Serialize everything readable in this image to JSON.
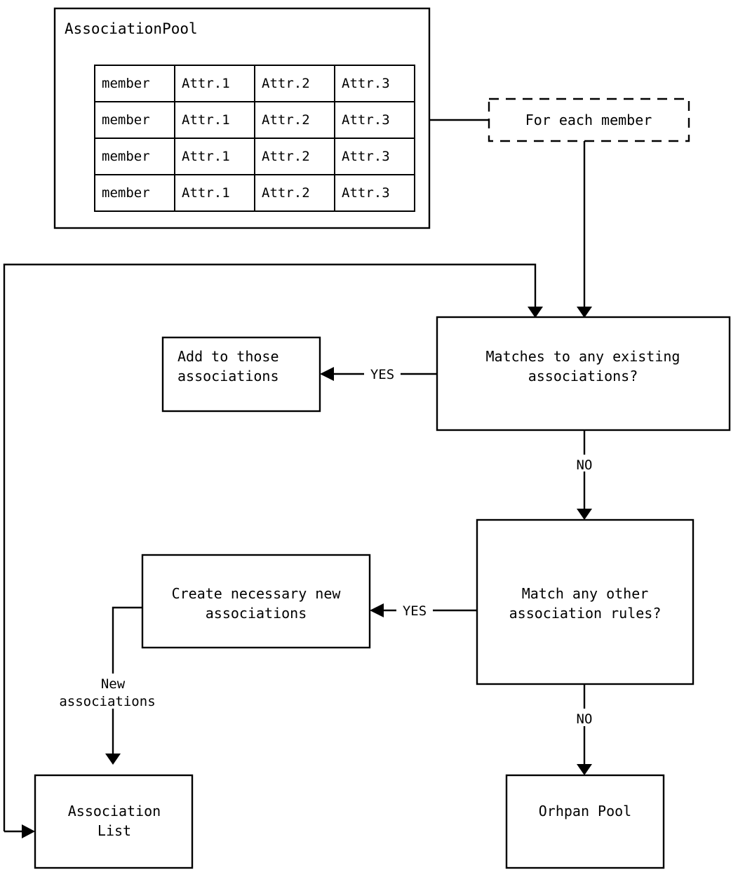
{
  "diagram": {
    "title": "Association matching flowchart",
    "background_color": "#ffffff",
    "line_color": "#000000",
    "nodes": {
      "association_pool": {
        "label": "AssociationPool",
        "table": {
          "columns": [
            "member",
            "Attr.1",
            "Attr.2",
            "Attr.3"
          ],
          "rows": [
            [
              "member",
              "Attr.1",
              "Attr.2",
              "Attr.3"
            ],
            [
              "member",
              "Attr.1",
              "Attr.2",
              "Attr.3"
            ],
            [
              "member",
              "Attr.1",
              "Attr.2",
              "Attr.3"
            ],
            [
              "member",
              "Attr.1",
              "Attr.2",
              "Attr.3"
            ]
          ]
        }
      },
      "for_each_member": {
        "label": "For each member",
        "style": "dashed"
      },
      "decision_existing": {
        "line1": "Matches to any existing",
        "line2": "associations?"
      },
      "add_to_those": {
        "line1": "Add to those",
        "line2": "associations"
      },
      "decision_rules": {
        "line1": "Match any other",
        "line2": "association rules?"
      },
      "create_new": {
        "line1": "Create necessary new",
        "line2": "associations"
      },
      "association_list": {
        "line1": "Association",
        "line2": "List"
      },
      "orphan_pool": {
        "label": "Orhpan Pool"
      }
    },
    "edge_labels": {
      "yes_existing": "YES",
      "no_existing": "NO",
      "yes_rules": "YES",
      "no_rules": "NO",
      "new_associations_line1": "New",
      "new_associations_line2": "associations"
    }
  }
}
